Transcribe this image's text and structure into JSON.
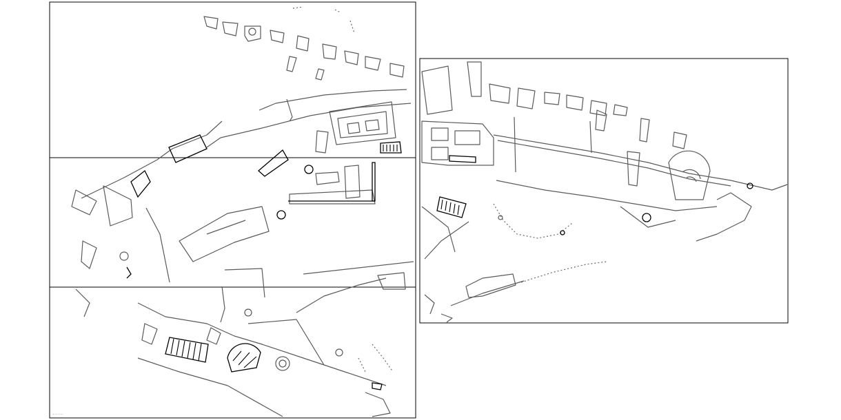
{
  "drawing": {
    "stroke_color": "#5a5a5a",
    "frame_color": "#000000",
    "background": "#ffffff"
  },
  "sheets": [
    {
      "label": "left-sheet",
      "bands": 3
    },
    {
      "label": "right-sheet",
      "bands": 1
    }
  ],
  "footer_note": "— — — —"
}
